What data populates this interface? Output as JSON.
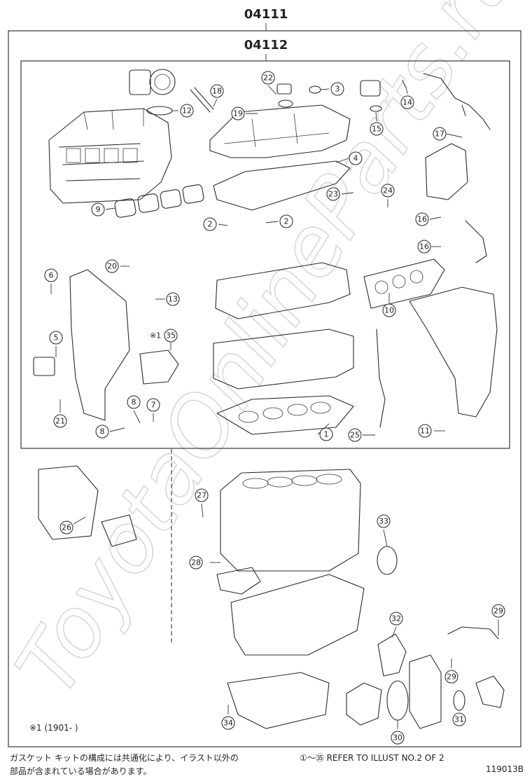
{
  "headings": {
    "outer_code": "04111",
    "inner_code": "04112"
  },
  "watermark": "ToyotaOnlineParts.ru",
  "notes": {
    "symbol_note": "※1 (1901-       )",
    "japanese_line1": "ガスケット キットの構成には共通化により、イラスト以外の",
    "japanese_line2": "部品が含まれている場合があります。",
    "reference": "①～㉟ REFER TO ILLUST NO.2 OF 2",
    "illustration_code": "119013B"
  },
  "callouts": [
    {
      "id": "c1",
      "label": "1"
    },
    {
      "id": "c2a",
      "label": "2"
    },
    {
      "id": "c2b",
      "label": "2"
    },
    {
      "id": "c3",
      "label": "3"
    },
    {
      "id": "c4",
      "label": "4"
    },
    {
      "id": "c5",
      "label": "5"
    },
    {
      "id": "c6",
      "label": "6"
    },
    {
      "id": "c7",
      "label": "7"
    },
    {
      "id": "c8a",
      "label": "8"
    },
    {
      "id": "c8b",
      "label": "8"
    },
    {
      "id": "c9",
      "label": "9"
    },
    {
      "id": "c10",
      "label": "10"
    },
    {
      "id": "c11",
      "label": "11"
    },
    {
      "id": "c12",
      "label": "12"
    },
    {
      "id": "c13",
      "label": "13"
    },
    {
      "id": "c14",
      "label": "14"
    },
    {
      "id": "c15",
      "label": "15"
    },
    {
      "id": "c16a",
      "label": "16"
    },
    {
      "id": "c16b",
      "label": "16"
    },
    {
      "id": "c17",
      "label": "17"
    },
    {
      "id": "c18",
      "label": "18"
    },
    {
      "id": "c19",
      "label": "19"
    },
    {
      "id": "c20",
      "label": "20"
    },
    {
      "id": "c21",
      "label": "21"
    },
    {
      "id": "c22",
      "label": "22"
    },
    {
      "id": "c23",
      "label": "23"
    },
    {
      "id": "c24",
      "label": "24"
    },
    {
      "id": "c25",
      "label": "25"
    },
    {
      "id": "c26",
      "label": "26"
    },
    {
      "id": "c27",
      "label": "27"
    },
    {
      "id": "c28",
      "label": "28"
    },
    {
      "id": "c29a",
      "label": "29"
    },
    {
      "id": "c29b",
      "label": "29"
    },
    {
      "id": "c30",
      "label": "30"
    },
    {
      "id": "c31",
      "label": "31"
    },
    {
      "id": "c32",
      "label": "32"
    },
    {
      "id": "c33",
      "label": "33"
    },
    {
      "id": "c34",
      "label": "34"
    },
    {
      "id": "c35",
      "label": "35"
    }
  ]
}
